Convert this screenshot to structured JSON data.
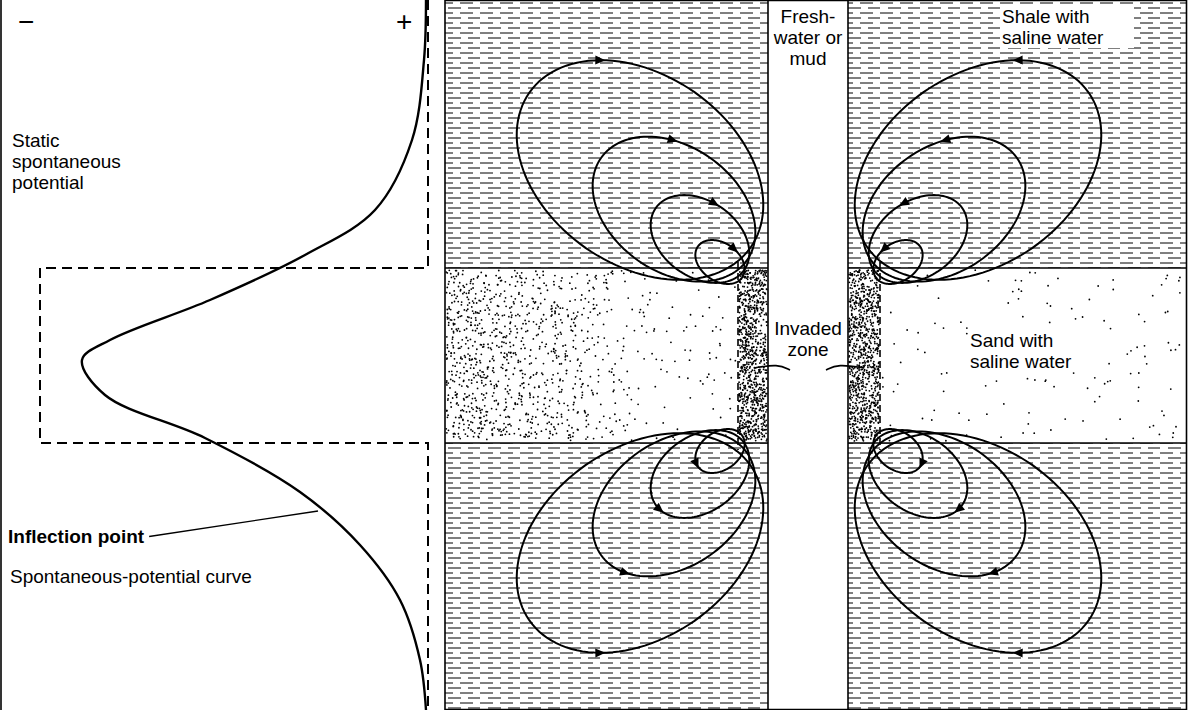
{
  "diagram": {
    "labels": [
      "−",
      "+",
      "Static spontaneous potential",
      "Inflection point",
      "Spontaneous-potential curve",
      "Fresh-water or mud",
      "Shale with saline water",
      "Invaded zone",
      "Sand with saline water"
    ]
  }
}
